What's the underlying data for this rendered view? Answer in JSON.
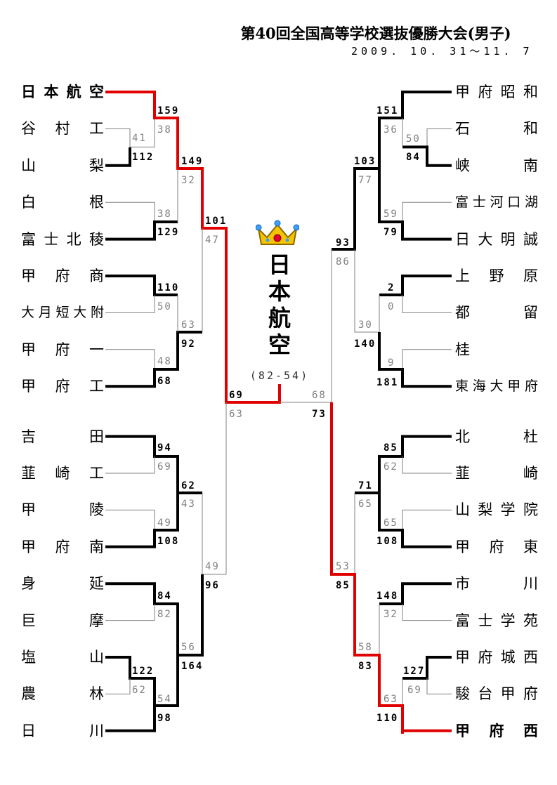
{
  "title": "第40回全国高等学校選抜優勝大会(男子)",
  "date": "2009. 10. 31～11. 7",
  "champion": "日本航空",
  "final_score": "(82-54)",
  "teams_left": [
    {
      "chars": [
        "日",
        "本",
        "航",
        "空"
      ],
      "bold": true
    },
    {
      "chars": [
        "谷",
        "村",
        "工"
      ]
    },
    {
      "chars": [
        "山",
        "梨"
      ]
    },
    {
      "chars": [
        "白",
        "根"
      ]
    },
    {
      "chars": [
        "富",
        "士",
        "北",
        "稜"
      ]
    },
    {
      "chars": [
        "甲",
        "府",
        "商"
      ]
    },
    {
      "chars": [
        "大",
        "月",
        "短",
        "大",
        "附"
      ]
    },
    {
      "chars": [
        "甲",
        "府",
        "一"
      ]
    },
    {
      "chars": [
        "甲",
        "府",
        "工"
      ]
    },
    {
      "chars": [
        "吉",
        "田"
      ]
    },
    {
      "chars": [
        "韮",
        "崎",
        "工"
      ]
    },
    {
      "chars": [
        "甲",
        "陵"
      ]
    },
    {
      "chars": [
        "甲",
        "府",
        "南"
      ]
    },
    {
      "chars": [
        "身",
        "延"
      ]
    },
    {
      "chars": [
        "巨",
        "摩"
      ]
    },
    {
      "chars": [
        "塩",
        "山"
      ]
    },
    {
      "chars": [
        "農",
        "林"
      ]
    },
    {
      "chars": [
        "日",
        "川"
      ]
    }
  ],
  "teams_right": [
    {
      "chars": [
        "甲",
        "府",
        "昭",
        "和"
      ]
    },
    {
      "chars": [
        "石",
        "和"
      ]
    },
    {
      "chars": [
        "峡",
        "南"
      ]
    },
    {
      "chars": [
        "富",
        "士",
        "河",
        "口",
        "湖"
      ]
    },
    {
      "chars": [
        "日",
        "大",
        "明",
        "誠"
      ]
    },
    {
      "chars": [
        "上",
        "野",
        "原"
      ]
    },
    {
      "chars": [
        "都",
        "留"
      ]
    },
    {
      "chars": [
        "桂"
      ]
    },
    {
      "chars": [
        "東",
        "海",
        "大",
        "甲",
        "府"
      ]
    },
    {
      "chars": [
        "北",
        "杜"
      ]
    },
    {
      "chars": [
        "韮",
        "崎"
      ]
    },
    {
      "chars": [
        "山",
        "梨",
        "学",
        "院"
      ]
    },
    {
      "chars": [
        "甲",
        "府",
        "東"
      ]
    },
    {
      "chars": [
        "市",
        "川"
      ]
    },
    {
      "chars": [
        "富",
        "士",
        "学",
        "苑"
      ]
    },
    {
      "chars": [
        "甲",
        "府",
        "城",
        "西"
      ]
    },
    {
      "chars": [
        "駿",
        "台",
        "甲",
        "府"
      ]
    },
    {
      "chars": [
        "甲",
        "府",
        "西"
      ],
      "bold": true
    }
  ],
  "scores": [
    {
      "id": "l-pre1-top",
      "v": "41",
      "win": false
    },
    {
      "id": "l-pre1-bot",
      "v": "112",
      "win": true
    },
    {
      "id": "l-r1a-top",
      "v": "159",
      "win": true
    },
    {
      "id": "l-r1a-bot",
      "v": "38",
      "win": false
    },
    {
      "id": "l-r1b-top",
      "v": "38",
      "win": false
    },
    {
      "id": "l-r1b-bot",
      "v": "129",
      "win": true
    },
    {
      "id": "l-r1c-top",
      "v": "110",
      "win": true
    },
    {
      "id": "l-r1c-bot",
      "v": "50",
      "win": false
    },
    {
      "id": "l-r1d-top",
      "v": "48",
      "win": false
    },
    {
      "id": "l-r1d-bot",
      "v": "68",
      "win": true
    },
    {
      "id": "l-r2a-top",
      "v": "149",
      "win": true
    },
    {
      "id": "l-r2a-bot",
      "v": "32",
      "win": false
    },
    {
      "id": "l-r2b-top",
      "v": "63",
      "win": false
    },
    {
      "id": "l-r2b-bot",
      "v": "92",
      "win": true
    },
    {
      "id": "l-r3a-top",
      "v": "101",
      "win": true
    },
    {
      "id": "l-r3a-bot",
      "v": "47",
      "win": false
    },
    {
      "id": "l-r1e-top",
      "v": "94",
      "win": true
    },
    {
      "id": "l-r1e-bot",
      "v": "69",
      "win": false
    },
    {
      "id": "l-r1f-top",
      "v": "49",
      "win": false
    },
    {
      "id": "l-r1f-bot",
      "v": "108",
      "win": true
    },
    {
      "id": "l-r1g-top",
      "v": "84",
      "win": true
    },
    {
      "id": "l-r1g-bot",
      "v": "82",
      "win": false
    },
    {
      "id": "l-pre2-top",
      "v": "122",
      "win": true
    },
    {
      "id": "l-pre2-bot",
      "v": "62",
      "win": false
    },
    {
      "id": "l-r1h-top",
      "v": "54",
      "win": false
    },
    {
      "id": "l-r1h-bot",
      "v": "98",
      "win": true
    },
    {
      "id": "l-r2c-top",
      "v": "62",
      "win": true
    },
    {
      "id": "l-r2c-bot",
      "v": "43",
      "win": false
    },
    {
      "id": "l-r2d-top",
      "v": "56",
      "win": false
    },
    {
      "id": "l-r2d-bot",
      "v": "164",
      "win": true
    },
    {
      "id": "l-r3b-top",
      "v": "49",
      "win": false
    },
    {
      "id": "l-r3b-bot",
      "v": "96",
      "win": true
    },
    {
      "id": "l-sf-top",
      "v": "69",
      "win": true
    },
    {
      "id": "l-sf-bot",
      "v": "63",
      "win": false
    },
    {
      "id": "r-pre1-top",
      "v": "50",
      "win": false
    },
    {
      "id": "r-pre1-bot",
      "v": "84",
      "win": true
    },
    {
      "id": "r-r1a-top",
      "v": "151",
      "win": true
    },
    {
      "id": "r-r1a-bot",
      "v": "36",
      "win": false
    },
    {
      "id": "r-r1b-top",
      "v": "59",
      "win": false
    },
    {
      "id": "r-r1b-bot",
      "v": "79",
      "win": true
    },
    {
      "id": "r-r1c-top",
      "v": "2",
      "win": true
    },
    {
      "id": "r-r1c-bot",
      "v": "0",
      "win": false
    },
    {
      "id": "r-r1d-top",
      "v": "9",
      "win": false
    },
    {
      "id": "r-r1d-bot",
      "v": "181",
      "win": true
    },
    {
      "id": "r-r2a-top",
      "v": "103",
      "win": true
    },
    {
      "id": "r-r2a-bot",
      "v": "77",
      "win": false
    },
    {
      "id": "r-r2b-top",
      "v": "30",
      "win": false
    },
    {
      "id": "r-r2b-bot",
      "v": "140",
      "win": true
    },
    {
      "id": "r-r3a-top",
      "v": "93",
      "win": true
    },
    {
      "id": "r-r3a-bot",
      "v": "86",
      "win": false
    },
    {
      "id": "r-r1e-top",
      "v": "85",
      "win": true
    },
    {
      "id": "r-r1e-bot",
      "v": "62",
      "win": false
    },
    {
      "id": "r-r1f-top",
      "v": "65",
      "win": false
    },
    {
      "id": "r-r1f-bot",
      "v": "108",
      "win": true
    },
    {
      "id": "r-r1g-top",
      "v": "148",
      "win": true
    },
    {
      "id": "r-r1g-bot",
      "v": "32",
      "win": false
    },
    {
      "id": "r-pre2-top",
      "v": "127",
      "win": true
    },
    {
      "id": "r-pre2-bot",
      "v": "69",
      "win": false
    },
    {
      "id": "r-r1h-top",
      "v": "63",
      "win": false
    },
    {
      "id": "r-r1h-bot",
      "v": "110",
      "win": true
    },
    {
      "id": "r-r2c-top",
      "v": "71",
      "win": true
    },
    {
      "id": "r-r2c-bot",
      "v": "65",
      "win": false
    },
    {
      "id": "r-r2d-top",
      "v": "58",
      "win": false
    },
    {
      "id": "r-r2d-bot",
      "v": "83",
      "win": true
    },
    {
      "id": "r-r3b-top",
      "v": "53",
      "win": false
    },
    {
      "id": "r-r3b-bot",
      "v": "85",
      "win": true
    },
    {
      "id": "r-sf-top",
      "v": "68",
      "win": false
    },
    {
      "id": "r-sf-bot",
      "v": "73",
      "win": true
    }
  ],
  "colors": {
    "champion_path": "#e00000",
    "winner_line": "#000000",
    "loser_line": "#808080"
  }
}
